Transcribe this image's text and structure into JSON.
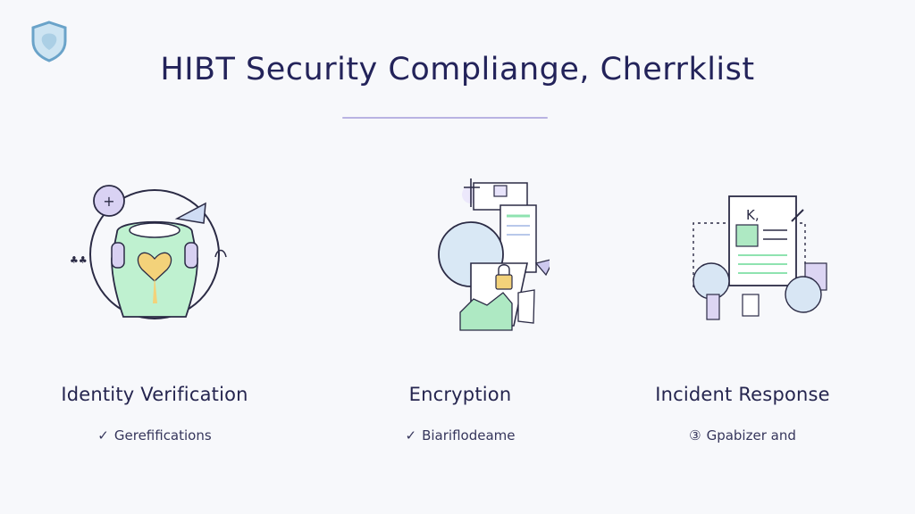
{
  "header": {
    "title": "HIBT Security Compliange, Cherrklist",
    "logo_icon": "shield-icon"
  },
  "columns": [
    {
      "title": "Identity Verification",
      "sub_icon": "check-circle-icon",
      "sub_mark": "✓",
      "sub_text": "Gerefifications"
    },
    {
      "title": "Encryption",
      "sub_icon": "checkmark-icon",
      "sub_mark": "✓",
      "sub_text": "Biariflodeame"
    },
    {
      "title": "Incident Response",
      "sub_icon": "numbered-circle-icon",
      "sub_mark": "③",
      "sub_text": "Gpabizer and"
    }
  ],
  "illustration_texts": {
    "incident_doc_label": "K,"
  },
  "colors": {
    "background": "#f7f8fb",
    "title": "#23235a",
    "accent_purple": "#b9b3e2",
    "accent_green": "#8fe3b0",
    "accent_blue": "#cfe0f5",
    "accent_yellow": "#f3d27a"
  }
}
